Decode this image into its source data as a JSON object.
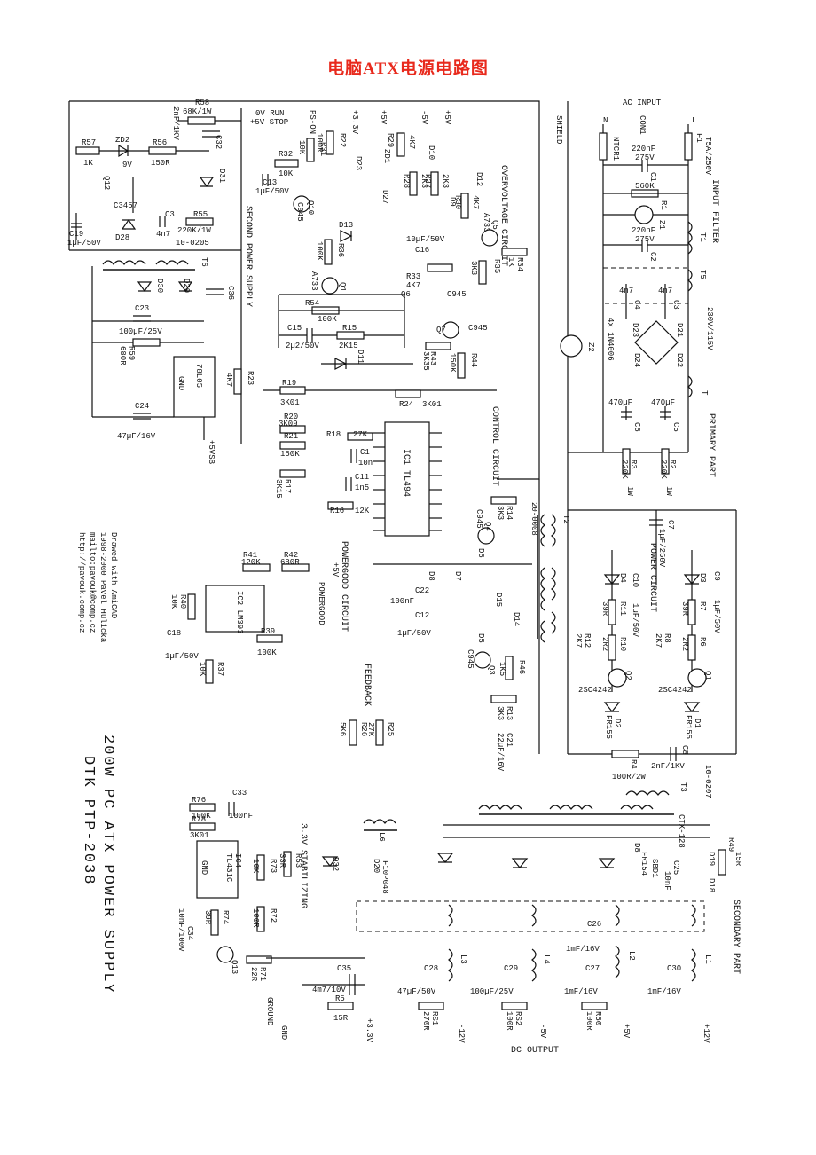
{
  "title": "电脑ATX电源电路图",
  "footer": {
    "line1": "200W PC ATX POWER SUPPLY",
    "line2": "DTK PTP-2038"
  },
  "credits": [
    "Drawed with AmiCAD",
    "1998-2000 Pavel Hulicka",
    "mailto:pavouk@comp.cz",
    "http://pavouk.comp.cz"
  ],
  "sections": {
    "ac_input": "AC INPUT",
    "input_filter": "INPUT FILTER",
    "primary_part": "PRIMARY PART",
    "secondary_part": "SECONDARY PART",
    "second_power_supply": "SECOND POWER SUPPLY",
    "control_circuit": "CONTROL CIRCUIT",
    "overvoltage_circuit": "OVERVOLTAGE CIRCUIT",
    "power_circuit": "POWER CIRCUIT",
    "powergood_circuit": "POWERGOOD CIRCUIT",
    "powergood": "POWERGOOD",
    "feedback": "FEEDBACK",
    "stabilizing": "3.3V STABILIZING",
    "dc_output": "DC OUTPUT",
    "shield": "SHIELD",
    "ground": "GROUND",
    "gnd": "GND",
    "run_stop": "0V RUN",
    "run_stop2": "+5V STOP",
    "ps_on": "PS-ON",
    "sb5v": "+5VSB",
    "plus5": "+5V"
  },
  "rails": [
    "+3.3V",
    "+5V",
    "-5V",
    "+5V",
    "-12V",
    "-5V",
    "+5V",
    "+12V",
    "+3.3V"
  ],
  "mains": {
    "switch": "230V/115V",
    "n": "N",
    "l": "L",
    "conn": "CON1"
  },
  "ics": {
    "ic1": "IC1 TL494",
    "ic2": "IC2 LM393",
    "ic3": "78L05",
    "ic4": "TL431C",
    "ic4b": "IC4"
  },
  "parts": {
    "R58": "R58",
    "R58v": "68K/1W",
    "C32v": "2nF/1KV",
    "C32": "C32",
    "R57": "R57",
    "R57v": "1K",
    "ZD2": "ZD2",
    "ZD2v": "9V",
    "R56": "R56",
    "R56v": "150R",
    "D31": "D31",
    "Q12": "Q12",
    "C3457": "C3457",
    "C19": "C19",
    "C19v": "1µF/50V",
    "D28": "D28",
    "C3": "C3",
    "C3v": "4n7",
    "R55": "R55",
    "R55v": "220K/1W",
    "T6v": "10-0205",
    "T6": "T6",
    "D30": "D30",
    "D29": "D29",
    "C36": "C36",
    "C23": "C23",
    "C23v": "100µF/25V",
    "R59": "R59",
    "R59v": "680R",
    "C24": "C24",
    "C24v": "47µF/16V",
    "R23": "R23",
    "R23v": "4K7",
    "R32": "R32",
    "R32v": "10K",
    "R31": "R31",
    "R31v": "10K",
    "C13": "C13",
    "C13v": "1µF/50V",
    "Q10": "Q10",
    "Q10v": "C945",
    "R36": "R36",
    "R36v": "100K",
    "D13": "D13",
    "Q1": "Q1",
    "Q1v": "A733",
    "R54": "R54",
    "R54v": "100K",
    "C15": "C15",
    "C15v": "2µ2/50V",
    "R15": "R15",
    "R15v": "2K15",
    "D11": "D11",
    "R22": "R22",
    "R22v": "100R",
    "D23": "D23",
    "ZD1": "ZD1",
    "R29": "R29",
    "R29v": "4K7",
    "D10": "D10",
    "R28": "R28",
    "R28v": "2K3",
    "R27": "R27",
    "R27v": "2K3",
    "D27": "D27",
    "D9": "D9",
    "D12": "D12",
    "R30": "R30",
    "R30v": "4K7",
    "Q5": "Q5",
    "Q5v": "A733",
    "C16": "C16",
    "C16v": "10µF/50V",
    "R33": "R33",
    "R33v": "4K7",
    "Q6": "Q6",
    "Q6v": "C945",
    "R35": "R35",
    "R35v": "3K3",
    "R34": "R34",
    "R34v": "1K",
    "Q7": "Q7",
    "Q7v": "C945",
    "R43": "R43",
    "R43v": "3K35",
    "R44": "R44",
    "R44v": "150K",
    "R19": "R19",
    "R19v": "3K01",
    "R24": "R24",
    "R24v": "3K01",
    "R20": "R20",
    "R20v": "3K09",
    "R21": "R21",
    "R21v": "150K",
    "R18": "R18",
    "R18v": "27K",
    "C1": "C1",
    "C1v": "10n",
    "R17": "R17",
    "R17v": "3K15",
    "C11": "C11",
    "C11v": "1n5",
    "R16": "R16",
    "R16v": "12K",
    "R41": "R41",
    "R41v": "120K",
    "R42": "R42",
    "R42v": "680R",
    "R40": "R40",
    "R40v": "10K",
    "C18": "C18",
    "C18v": "1µF/50V",
    "R39": "R39",
    "R39v": "100K",
    "R37": "R37",
    "R37v": "10K",
    "R26": "R26",
    "R26v": "5K6",
    "R25": "R25",
    "R25v": "27K",
    "D8": "D8",
    "D7": "D7",
    "C22": "C22",
    "C22v": "100nF",
    "C12": "C12",
    "C12v": "1µF/50V",
    "Q4": "Q4",
    "Q4v": "C945",
    "Q3": "Q3",
    "Q3v": "C945",
    "D6": "D6",
    "D5": "D5",
    "D15": "D15",
    "D14": "D14",
    "R46": "R46",
    "R46v": "1K5",
    "R14": "R14",
    "R14v": "3K3",
    "R13": "R13",
    "R13v": "3K3",
    "C21": "C21",
    "C21v": "22µF/16V",
    "T2": "T2",
    "T2v": "20-0008",
    "C7": "C7",
    "C7v": "1µF/250V",
    "D4": "D4",
    "D3": "D3",
    "C10": "C10",
    "C10v": "1µF/50V",
    "C9": "C9",
    "C9v": "1µF/50V",
    "R11": "R11",
    "R11v": "39R",
    "R7": "R7",
    "R7v": "39R",
    "R12": "R12",
    "R12v": "2K7",
    "R8": "R8",
    "R8v": "2K7",
    "R10": "R10",
    "R10v": "2R2",
    "R6": "R6",
    "R6v": "2R2",
    "Q2": "Q2",
    "Q2v": "2SC4242",
    "Q1p": "Q1",
    "Q1pv": "2SC4242",
    "D2": "D2",
    "D2v": "FR155",
    "D1": "D1",
    "D1v": "FR155",
    "R4": "R4",
    "R4v": "100R/2W",
    "C8": "C8",
    "C8v": "2nF/1KV",
    "T3": "T3",
    "T3v": "10-0207",
    "C6": "C6",
    "C6v": "470µF",
    "C5": "C5",
    "C5v": "470µF",
    "R3": "R3",
    "R3v": "220K",
    "R2": "R2",
    "R2v": "220K",
    "Rw": "1W",
    "F1": "F1",
    "F1v": "T5A/250V",
    "NTCR1": "NTCR1",
    "C1p": "C1",
    "C1pv": "220nF",
    "C1pv2": "275V",
    "R1": "R1",
    "R1v": "560K",
    "Z1": "Z1",
    "C2p": "C2",
    "C2pv": "220nF",
    "C2pv2": "275V",
    "T1": "T1",
    "C4": "C4",
    "C4v": "4n7",
    "C3p": "C3",
    "C3pv": "4n7",
    "T5": "T5",
    "D21": "D21",
    "D22": "D22",
    "D23p": "D23",
    "D24": "D24",
    "Dbridge": "4x 1N4006",
    "Z2": "Z2",
    "T": "T",
    "R76": "R76",
    "R76v": "100K",
    "R78": "R78",
    "R78v": "3K01",
    "C33": "C33",
    "C33v": "100nF",
    "R73": "R73",
    "R73v": "10K",
    "R74": "R74",
    "R74v": "39R",
    "R72": "R72",
    "R72v": "100R",
    "C34": "C34",
    "C34v": "10nF/100V",
    "Q13": "Q13",
    "R71": "R71",
    "R71v": "22R",
    "R5": "R5",
    "R5v": "15R",
    "C35": "C35",
    "C35v": "4m7/10V",
    "L6": "L6",
    "R53": "R53",
    "R53v": "33R",
    "D32": "D32",
    "D20": "D20",
    "D20v": "F10P048",
    "L3": "L3",
    "L4": "L4",
    "L2": "L2",
    "L1": "L1",
    "C28": "C28",
    "C28v": "47µF/50V",
    "C29": "C29",
    "C29v": "100µF/25V",
    "C27": "C27",
    "C27v": "1mF/16V",
    "C26": "C26",
    "C26v": "1mF/16V",
    "C30": "C30",
    "C30v": "1mF/16V",
    "RS1": "RS1",
    "RS1v": "270R",
    "RS2": "RS2",
    "RS2v": "100R",
    "R50": "R50",
    "R50v": "100R",
    "R49": "R49",
    "R49v": "15R",
    "C25": "C25",
    "C25v": "10nF",
    "D19": "D19",
    "D18": "D18",
    "SBD1": "SBD1",
    "D8s": "D8",
    "D8sv": "FR154",
    "CTX": "CTX-128"
  }
}
